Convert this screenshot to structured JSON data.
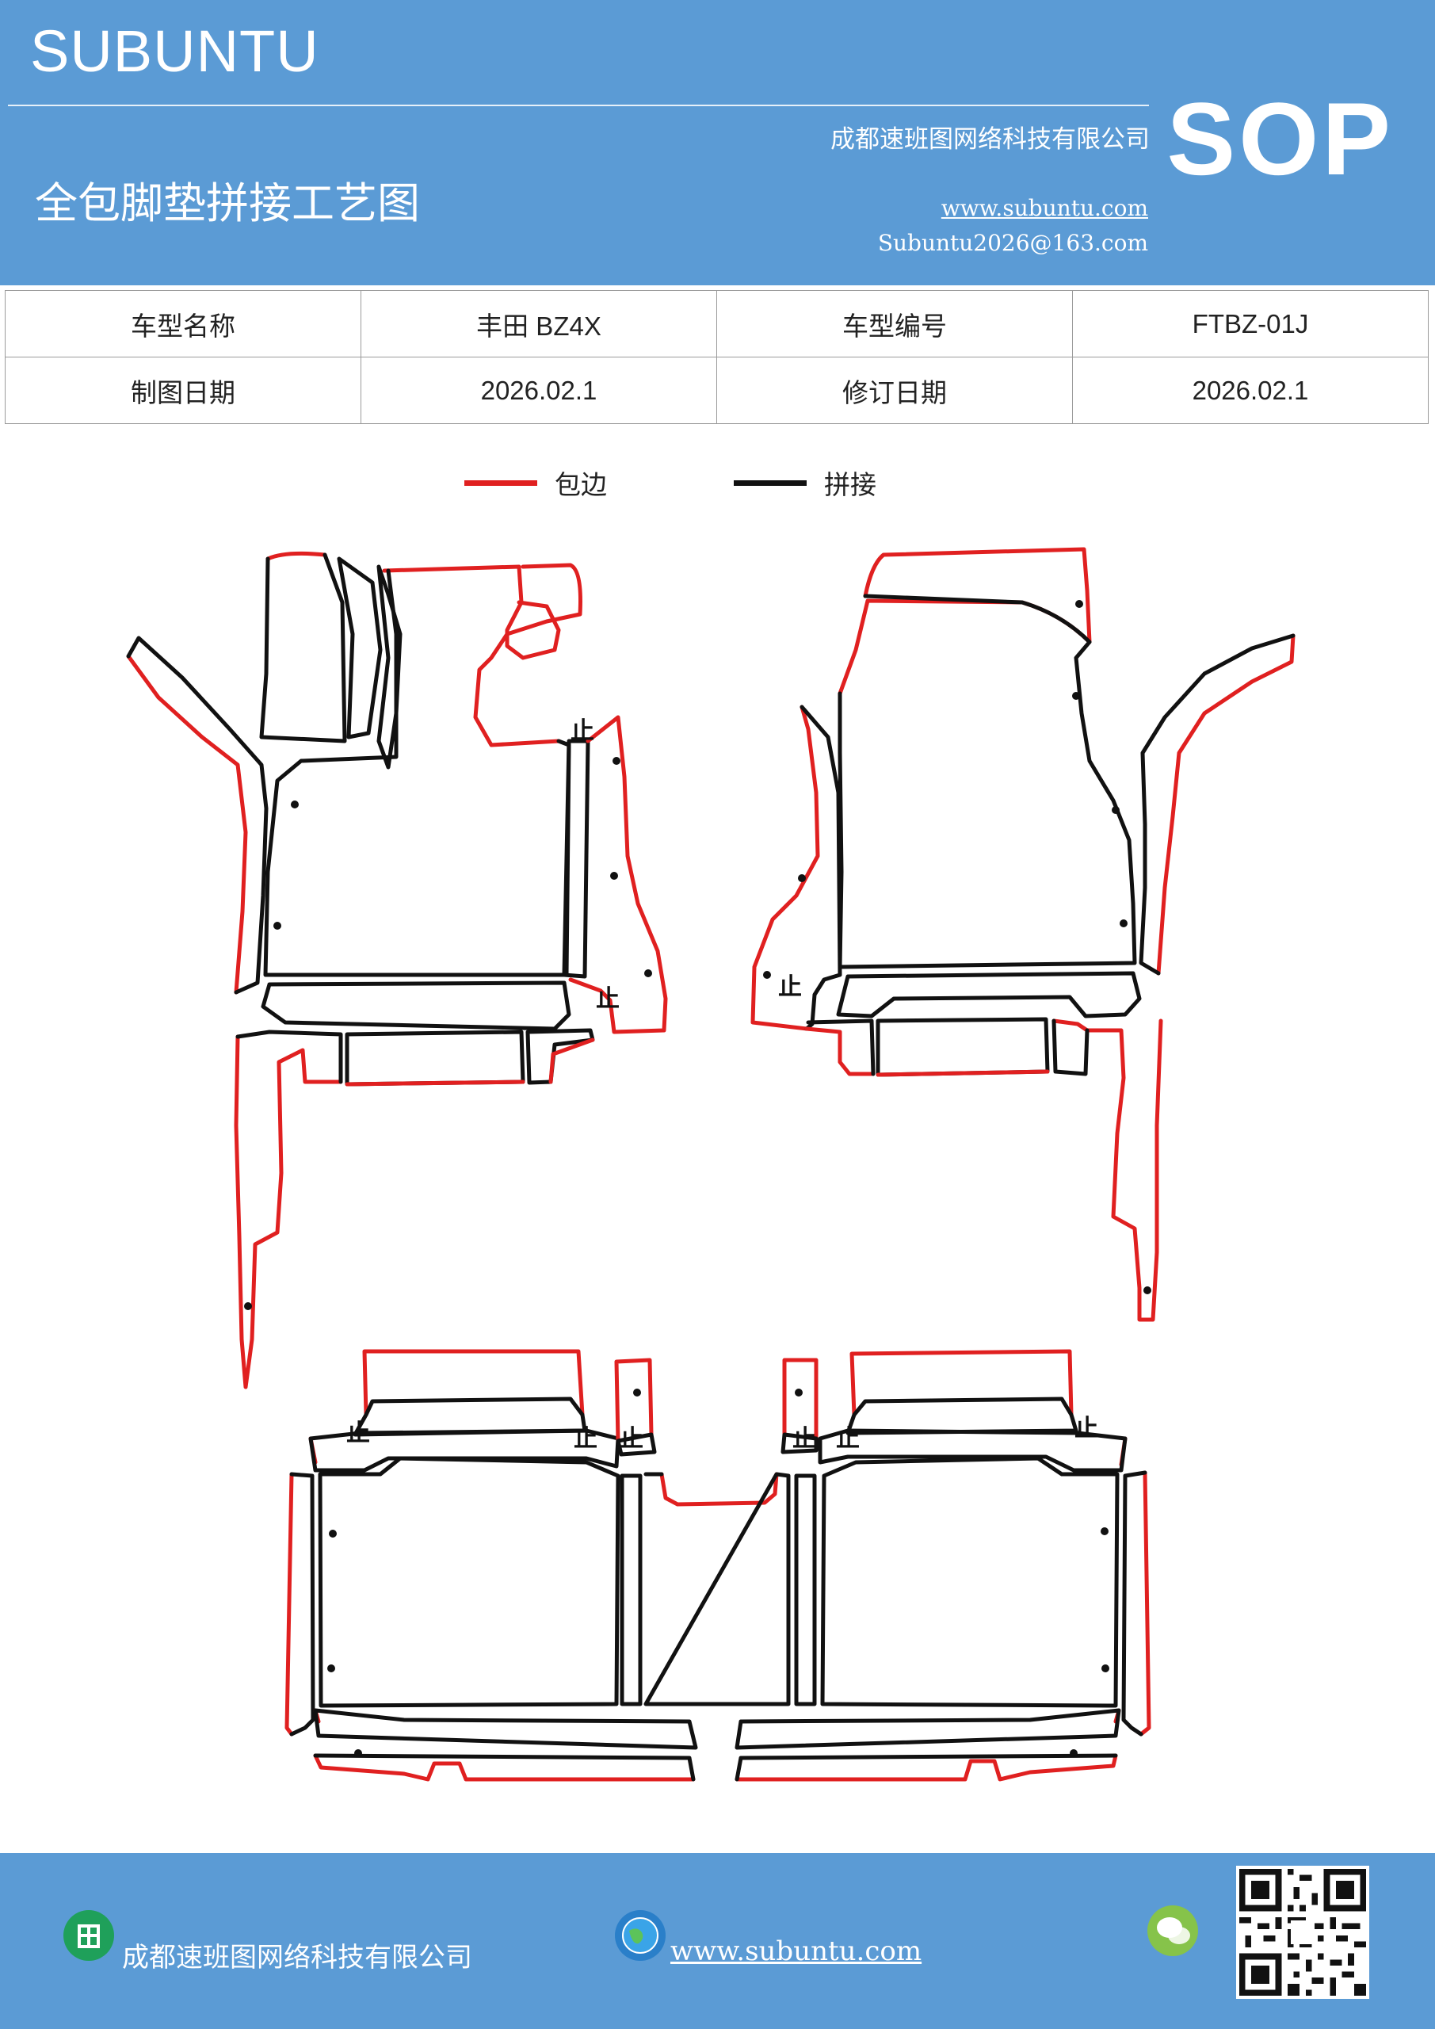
{
  "header": {
    "brand": "SUBUNTU",
    "company": "成都速班图网络科技有限公司",
    "title": "全包脚垫拼接工艺图",
    "website": "www.subuntu.com",
    "email": "Subuntu2026@163.com",
    "sop": "SOP"
  },
  "info": {
    "model_name_label": "车型名称",
    "model_name": "丰田 BZ4X",
    "model_code_label": "车型编号",
    "model_code": "FTBZ-01J",
    "draw_date_label": "制图日期",
    "draw_date": "2026.02.1",
    "revise_date_label": "修订日期",
    "revise_date": "2026.02.1"
  },
  "legend": {
    "edge_label": "包边",
    "edge_color": "#e02020",
    "joint_label": "拼接",
    "joint_color": "#111111"
  },
  "diagram": {
    "stop_mark": "止"
  },
  "footer": {
    "company": "成都速班图网络科技有限公司",
    "website": "www.subuntu.com"
  }
}
